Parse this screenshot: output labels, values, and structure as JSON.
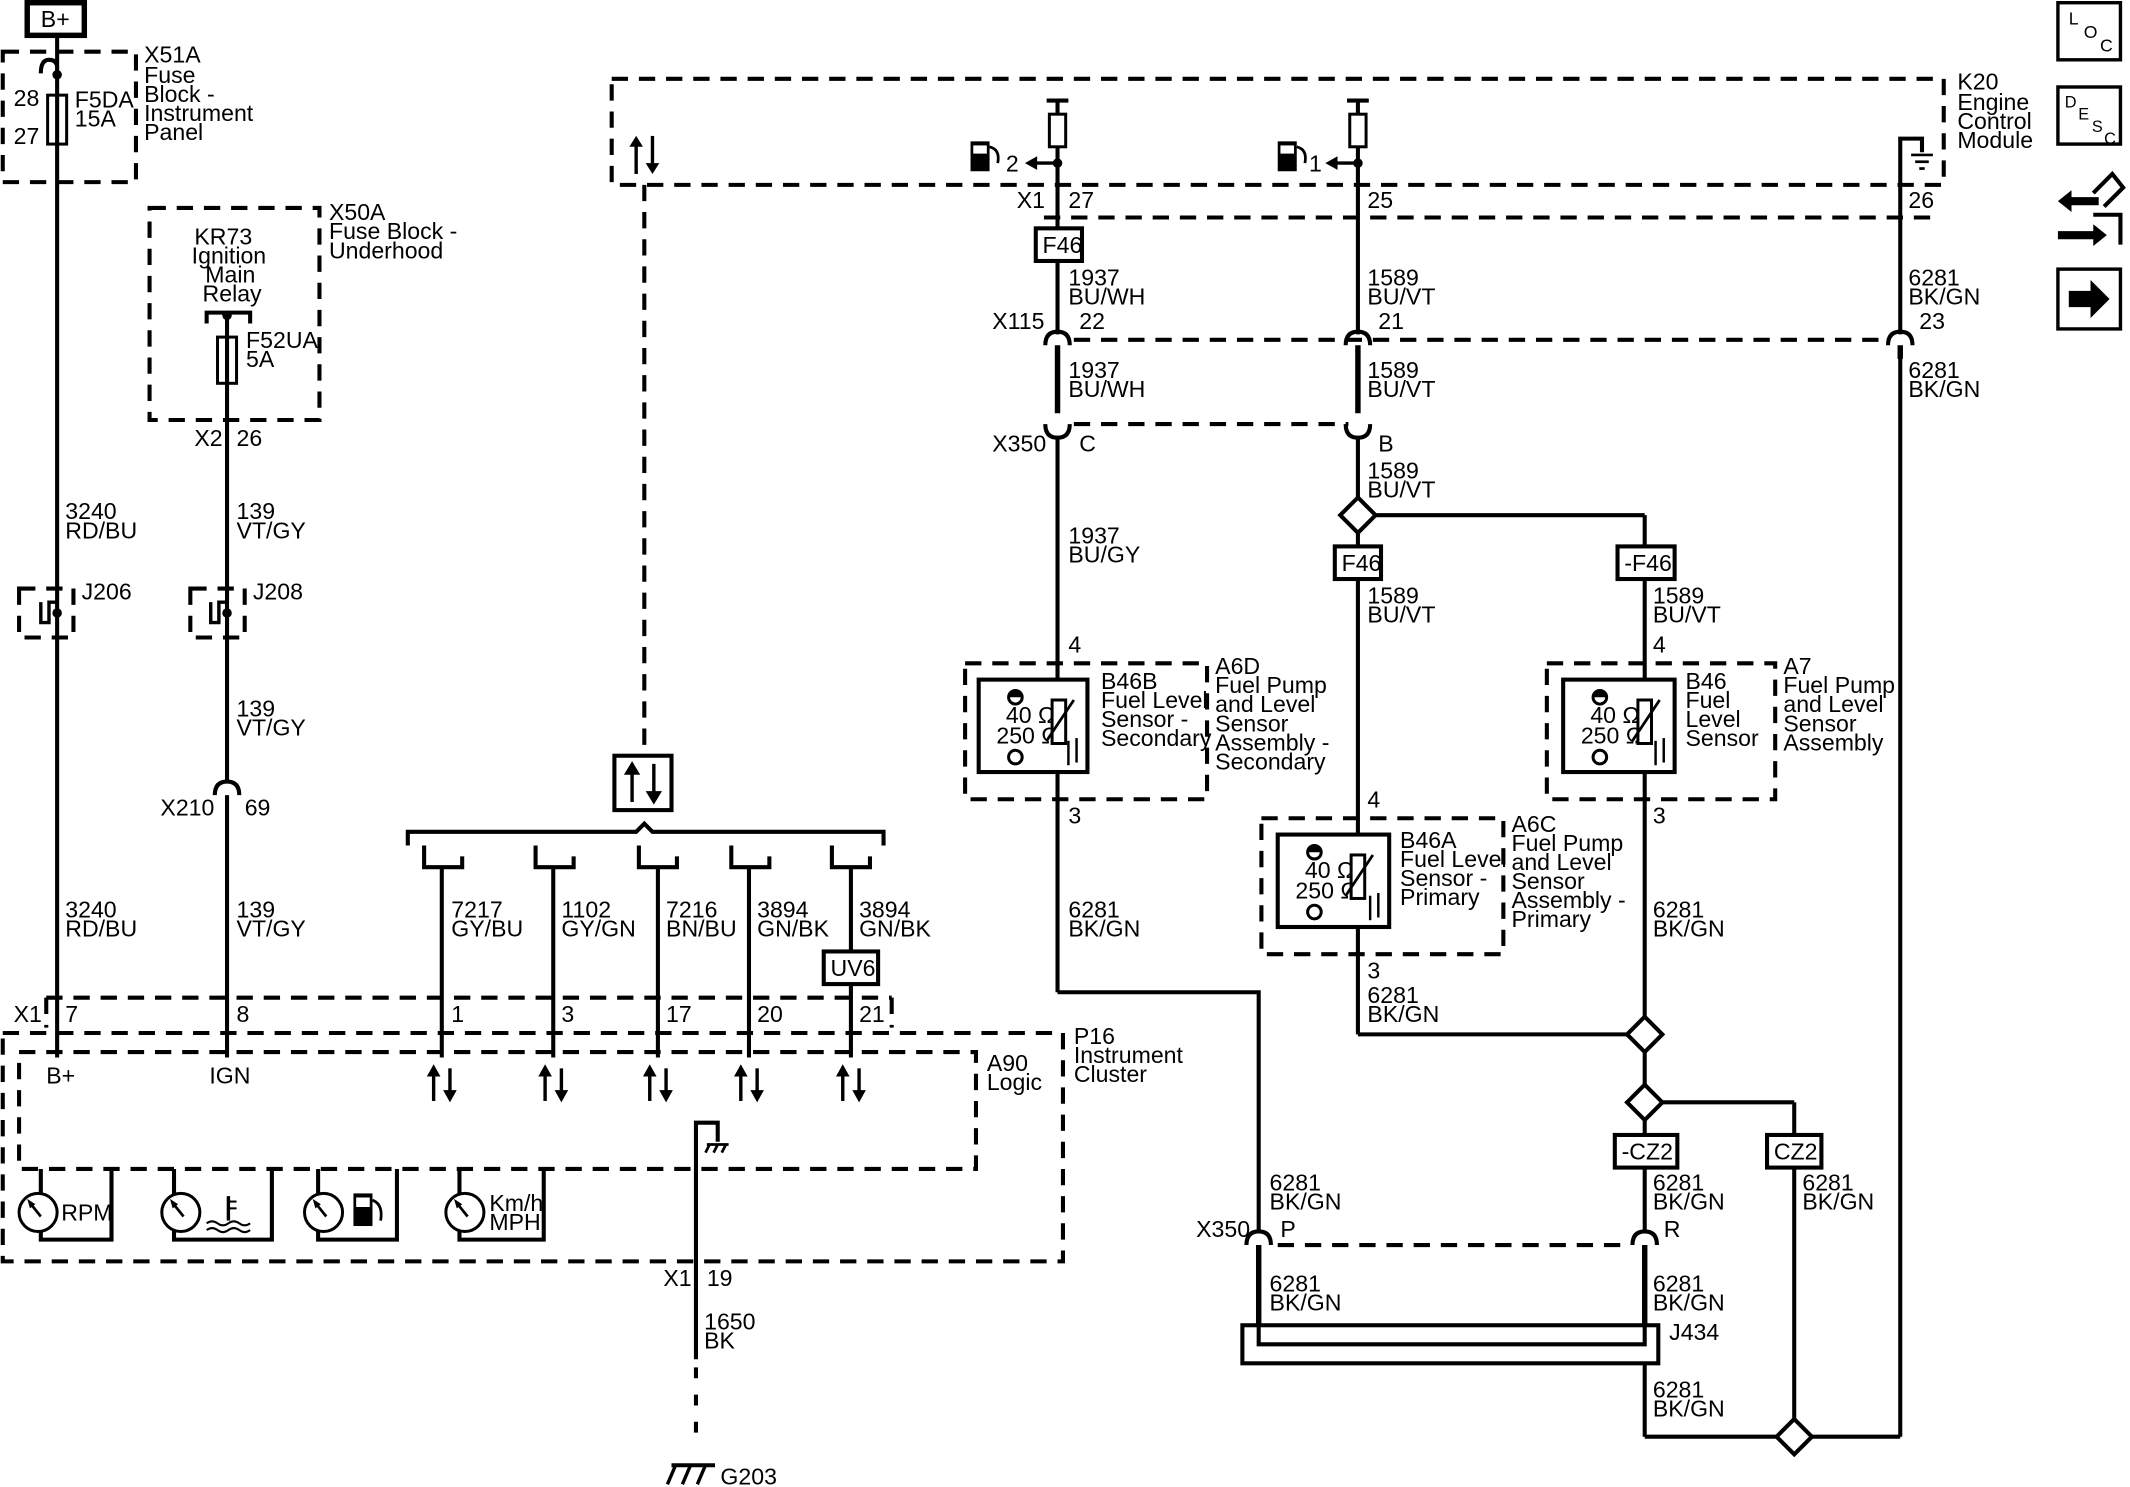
{
  "labels": {
    "bplus": "B+",
    "x51a": [
      "X51A",
      "Fuse",
      "Block -",
      "Instrument",
      "Panel"
    ],
    "f5da": [
      "F5DA",
      "15A"
    ],
    "p28": "28",
    "p27": "27",
    "x50a": [
      "X50A",
      "Fuse Block -",
      "Underhood"
    ],
    "kr73": [
      "KR73",
      "Ignition",
      "Main",
      "Relay"
    ],
    "f52ua": [
      "F52UA",
      "5A"
    ],
    "x2": "X2",
    "p26a": "26",
    "k20": [
      "K20",
      "Engine",
      "Control",
      "Module"
    ],
    "w3240": [
      "3240",
      "RD/BU"
    ],
    "w139": [
      "139",
      "VT/GY"
    ],
    "j206": "J206",
    "j208": "J208",
    "x210": "X210",
    "p69": "69",
    "x1": "X1",
    "p27b": "27",
    "p25": "25",
    "p26b": "26",
    "f46": "F46",
    "nf46": "-F46",
    "w1937a": [
      "1937",
      "BU/WH"
    ],
    "w1589": [
      "1589",
      "BU/VT"
    ],
    "w6281": [
      "6281",
      "BK/GN"
    ],
    "x115": "X115",
    "p22": "22",
    "p21": "21",
    "p23": "23",
    "x350": "X350",
    "pC": "C",
    "pB": "B",
    "pP": "P",
    "pR": "R",
    "w1937b": [
      "1937",
      "BU/GY"
    ],
    "pin4": "4",
    "pin3": "3",
    "b46b": [
      "B46B",
      "Fuel Level",
      "Sensor -",
      "Secondary"
    ],
    "a6d": [
      "A6D",
      "Fuel Pump",
      "and Level",
      "Sensor",
      "Assembly -",
      "Secondary"
    ],
    "b46": [
      "B46",
      "Fuel",
      "Level",
      "Sensor"
    ],
    "a7": [
      "A7",
      "Fuel Pump",
      "and Level",
      "Sensor",
      "Assembly"
    ],
    "b46a": [
      "B46A",
      "Fuel Level",
      "Sensor -",
      "Primary"
    ],
    "a6c": [
      "A6C",
      "Fuel Pump",
      "and Level",
      "Sensor",
      "Assembly -",
      "Primary"
    ],
    "ohm40": "40 Ω",
    "ohm250": "250 Ω",
    "w7217": [
      "7217",
      "GY/BU"
    ],
    "w1102": [
      "1102",
      "GY/GN"
    ],
    "w7216": [
      "7216",
      "BN/BU"
    ],
    "w3894": [
      "3894",
      "GN/BK"
    ],
    "uv6": "UV6",
    "p7": "7",
    "p8": "8",
    "p1": "1",
    "p3": "3",
    "p17": "17",
    "p20": "20",
    "p21b": "21",
    "ign": "IGN",
    "p16": [
      "P16",
      "Instrument",
      "Cluster"
    ],
    "a90": [
      "A90",
      "Logic"
    ],
    "rpm": "RPM",
    "kmh": [
      "Km/h",
      "MPH"
    ],
    "cz2": "CZ2",
    "ncz2": "-CZ2",
    "j434": "J434",
    "x1b": "X1",
    "p19": "19",
    "w1650": [
      "1650",
      "BK"
    ],
    "g203": "G203",
    "loc": [
      "L",
      "O",
      "C"
    ],
    "desc": [
      "D",
      "E",
      "S",
      "C"
    ],
    "pump1": "1",
    "pump2": "2"
  },
  "colors": {
    "ink": "#000000",
    "background": "#ffffff"
  },
  "icons": [
    "fuse-icon",
    "ground-icon",
    "fuel-pump-icon",
    "data-arrows-icon",
    "gauge-icon",
    "temperature-icon",
    "fuel-gauge-icon",
    "connector-icon",
    "splice-icon",
    "loc-icon",
    "desc-icon",
    "connector-pinout-icon",
    "next-page-arrow-icon"
  ]
}
